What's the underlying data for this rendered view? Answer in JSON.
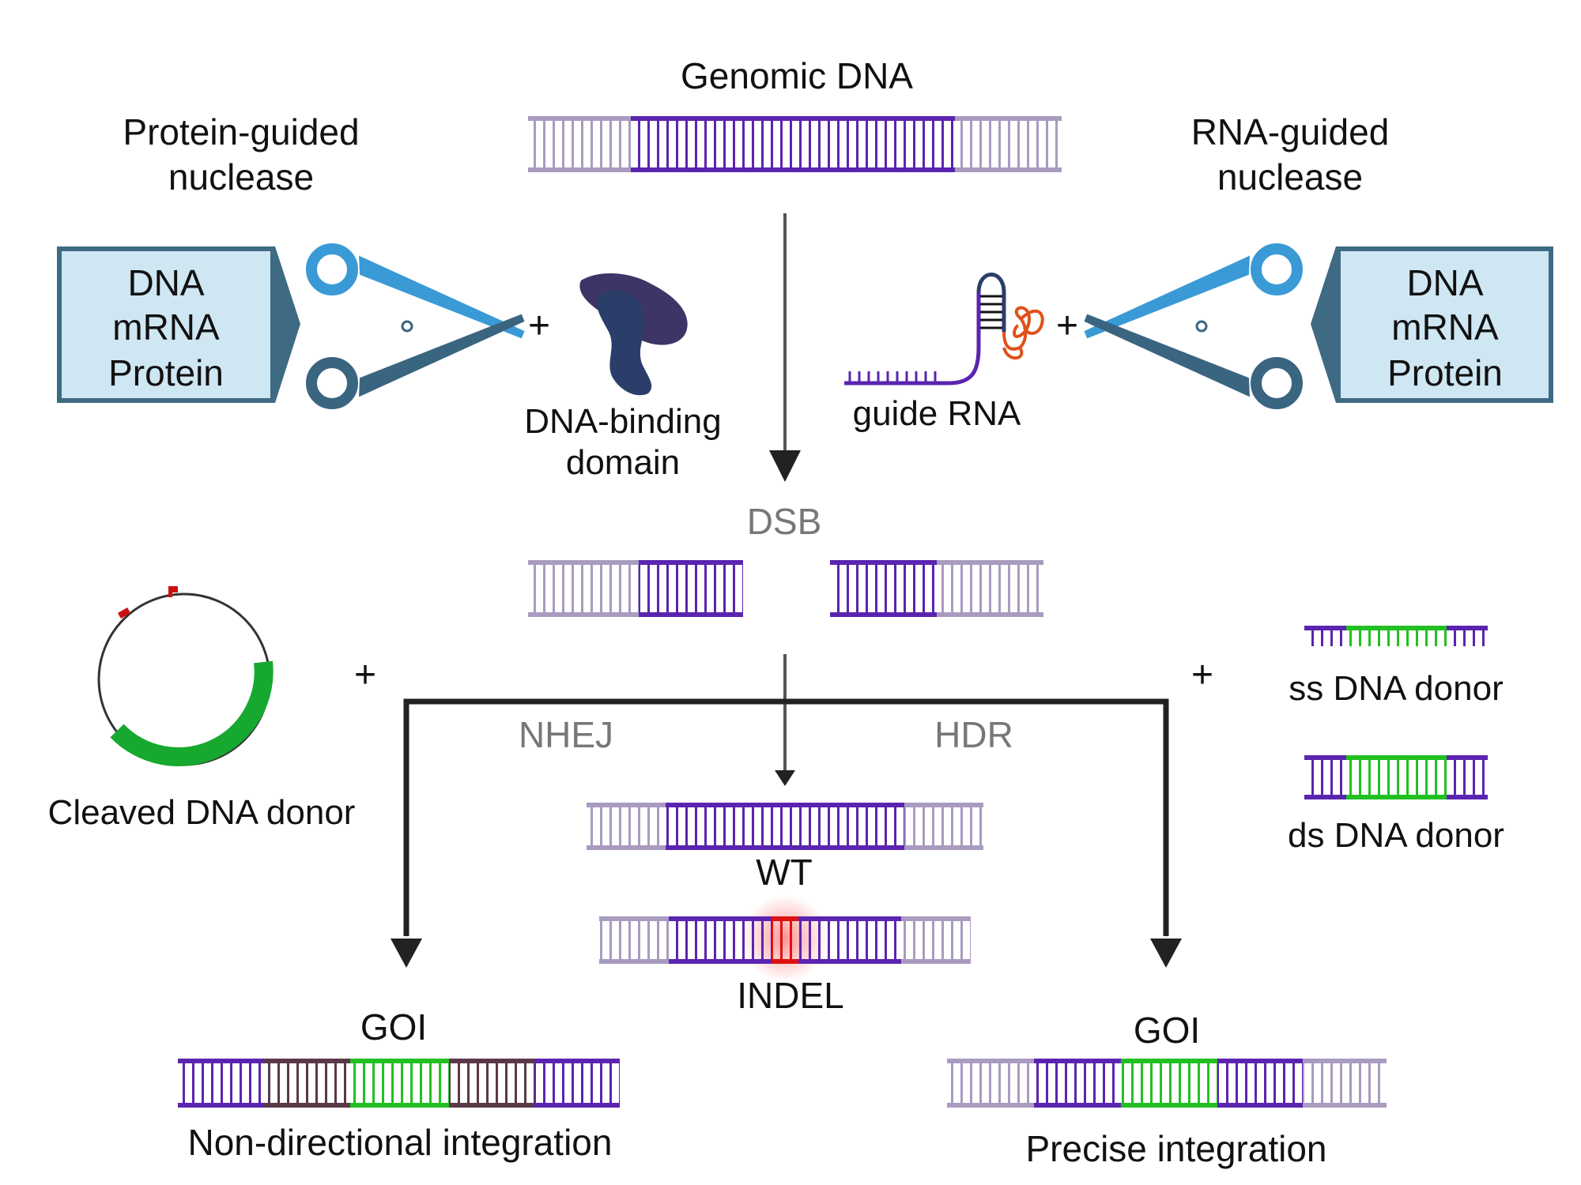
{
  "texts": {
    "genomic_dna": "Genomic DNA",
    "protein_guided_line1": "Protein-guided",
    "protein_guided_line2": "nuclease",
    "rna_guided_line1": "RNA-guided",
    "rna_guided_line2": "nuclease",
    "left_box_lines": [
      "DNA",
      "mRNA",
      "Protein"
    ],
    "right_box_lines": [
      "DNA",
      "mRNA",
      "Protein"
    ],
    "plus": "+",
    "dna_binding_line1": "DNA-binding",
    "dna_binding_line2": "domain",
    "guide_rna": "guide RNA",
    "dsb": "DSB",
    "nhej": "NHEJ",
    "hdr": "HDR",
    "wt": "WT",
    "indel": "INDEL",
    "cleaved_donor": "Cleaved DNA donor",
    "ss_donor": "ss DNA donor",
    "ds_donor": "ds DNA donor",
    "goi_left": "GOI",
    "goi_right": "GOI",
    "non_directional": "Non-directional integration",
    "precise": "Precise integration"
  },
  "colors": {
    "light_dna": "#a99bc0",
    "dark_dna": "#5b24b0",
    "green_dna": "#22c022",
    "brown_dna": "#5a3848",
    "indel_red": "#e01010",
    "box_fill": "#cfe6f3",
    "box_border": "#3f6a84",
    "scissor_blue": "#3a9ad6",
    "scissor_dark": "#3a6581",
    "protein_dark": "#2b3e6a",
    "protein_purple": "#3f3466",
    "rna_orange": "#e0501a",
    "plasmid_green": "#17a830",
    "arrow": "#222222"
  },
  "icons": [
    "scissors-icon",
    "protein-icon",
    "guide-rna-icon",
    "plasmid-icon"
  ]
}
